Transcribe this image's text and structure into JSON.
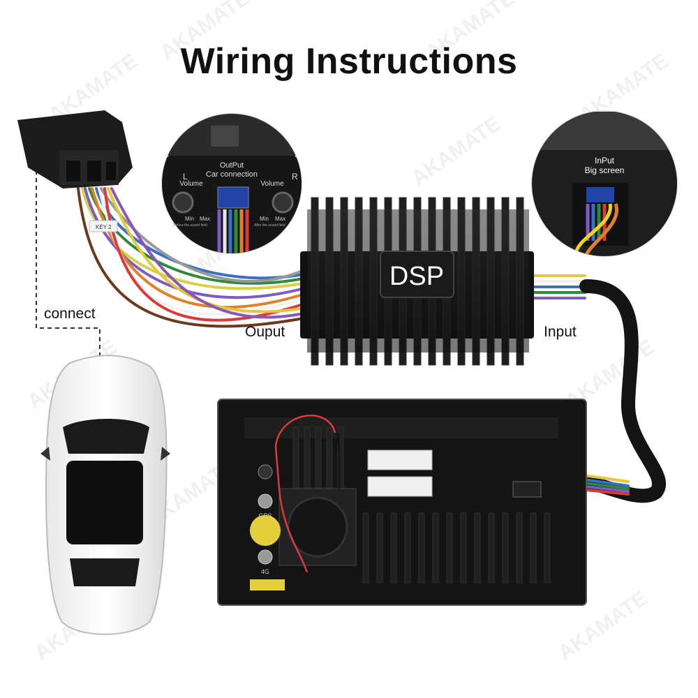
{
  "title": "Wiring Instructions",
  "watermark": "AKAMATE",
  "labels": {
    "connect": "connect",
    "output": "Ouput",
    "input": "Input",
    "dsp": "DSP",
    "key": "KEY 2"
  },
  "output_panel": {
    "heading_line1": "OutPut",
    "heading_line2": "Car connection",
    "left_channel": "L",
    "right_channel": "R",
    "volume_left": "Volume",
    "volume_right": "Volume",
    "min": "Min",
    "max": "Max",
    "note_left": "Before the sound field",
    "note_right": "After the sound field"
  },
  "input_panel": {
    "heading_line1": "InPut",
    "heading_line2": "Big screen"
  },
  "head_unit": {
    "gps_label": "GPS",
    "lte_label": "4G"
  }
}
